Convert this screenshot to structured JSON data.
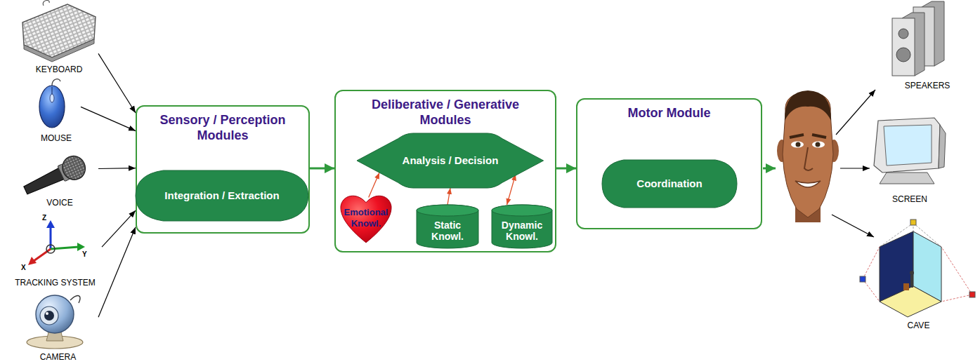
{
  "diagram": {
    "nodes": [
      {
        "text": [
          "KEYBOARD"
        ]
      },
      {
        "text": [
          "MOUSE"
        ]
      },
      {
        "text": [
          "VOICE"
        ]
      },
      {
        "text": [
          "TRACKING SYSTEM"
        ]
      },
      {
        "text": [
          "CAMERA"
        ]
      },
      {
        "text": [
          "Sensory / Perception Modules"
        ]
      },
      {
        "text": [
          "Integration / Extraction"
        ],
        "in": 5
      },
      {
        "text": [
          "Deliberative / Generative Modules"
        ]
      },
      {
        "text": [
          "Analysis / Decision"
        ],
        "in": 7
      },
      {
        "text": [
          "Emotional Knowl."
        ],
        "in": 7
      },
      {
        "text": [
          "Static Knowl."
        ],
        "in": 7
      },
      {
        "text": [
          "Dynamic Knowl."
        ],
        "in": 7
      },
      {
        "text": [
          "Motor Module"
        ]
      },
      {
        "text": [
          "Coordination"
        ],
        "in": 12
      },
      {
        "text": [
          "SPEAKERS"
        ]
      },
      {
        "text": [
          "SCREEN"
        ]
      },
      {
        "text": [
          "CAVE"
        ]
      }
    ],
    "edges": [
      {
        "from": 0,
        "to": 5,
        "arrow": "to"
      },
      {
        "from": 1,
        "to": 5,
        "arrow": "to"
      },
      {
        "from": 2,
        "to": 5,
        "arrow": "to"
      },
      {
        "from": 3,
        "to": 5,
        "arrow": "to"
      },
      {
        "from": 4,
        "to": 5,
        "arrow": "to"
      },
      {
        "from": 5,
        "to": 7,
        "arrow": "to"
      },
      {
        "from": 7,
        "to": 12,
        "arrow": "to"
      },
      {
        "from": 9,
        "to": 8,
        "arrow": "to"
      },
      {
        "from": 10,
        "to": 8,
        "arrow": "to"
      },
      {
        "from": 11,
        "to": 8,
        "arrow": "both"
      }
    ],
    "labels": [
      "Z",
      "Y",
      "X"
    ]
  }
}
